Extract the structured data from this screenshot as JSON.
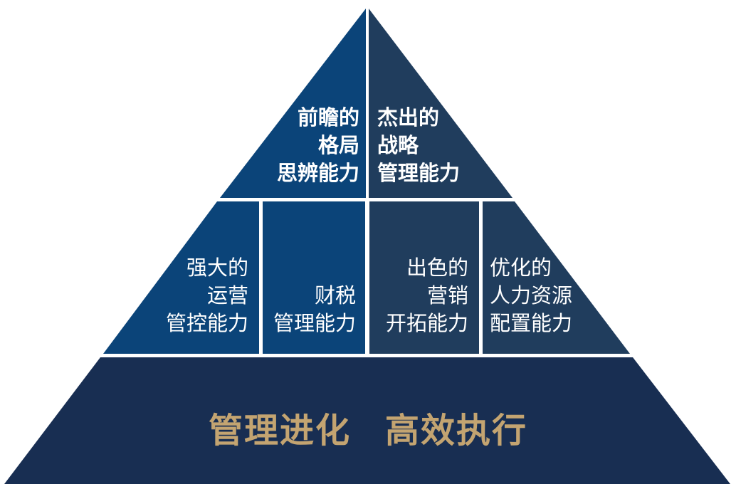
{
  "colors": {
    "blue_cell": "#0b4479",
    "navy_cell": "#203d5d",
    "base": "#182e52",
    "divider": "#ffffff",
    "slogan_gold": "#c3a471"
  },
  "top_tier": {
    "left": [
      "前瞻的",
      "格局",
      "思辨能力"
    ],
    "right": [
      "杰出的",
      "战略",
      "管理能力"
    ]
  },
  "middle_tier": {
    "cell1": [
      "强大的",
      "运营",
      "管控能力"
    ],
    "cell2": [
      "财税",
      "管理能力"
    ],
    "cell3": [
      "出色的",
      "营销",
      "开拓能力"
    ],
    "cell4": [
      "优化的",
      "人力资源",
      "配置能力"
    ]
  },
  "base_tier": {
    "slogan_left": "管理进化",
    "slogan_right": "高效执行"
  }
}
